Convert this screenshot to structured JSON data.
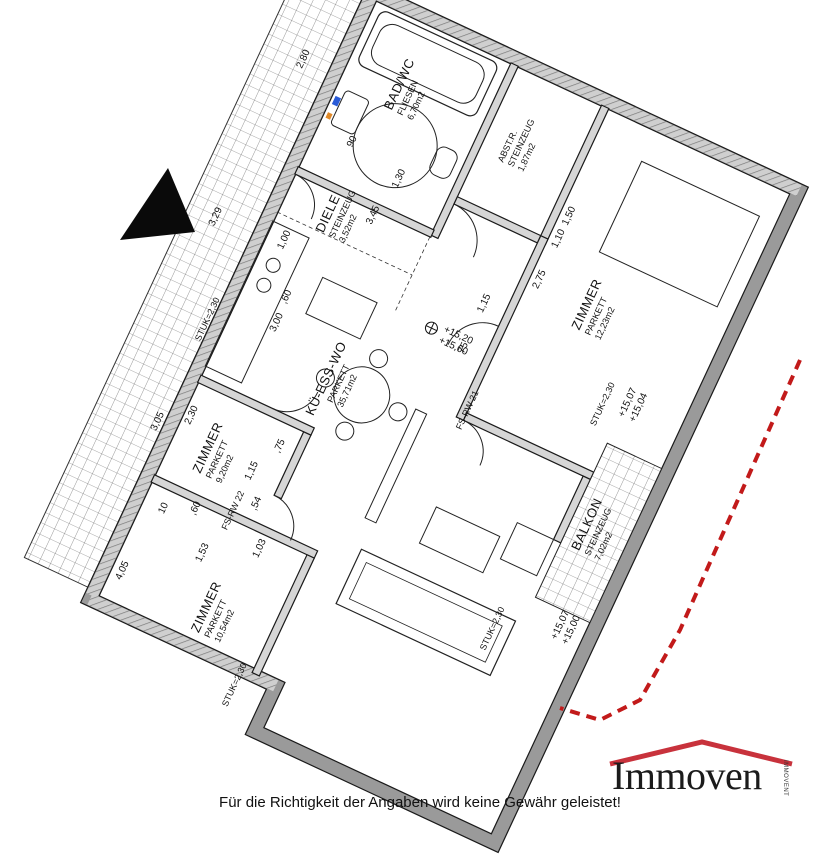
{
  "plan": {
    "rooms": {
      "bad": {
        "name": "BAD/WC",
        "material": "FLIESEN",
        "area": "6,70m2"
      },
      "abstr": {
        "name": "ABST.R.",
        "material": "STEINZEUG",
        "area": "1,87m2"
      },
      "zimmer1": {
        "name": "ZIMMER",
        "material": "PARKETT",
        "area": "12,23m2"
      },
      "diele": {
        "name": "DIELE",
        "material": "STEINZEUG",
        "area": "3,52m2"
      },
      "kue": {
        "name": "KÜ-ESS-WO",
        "material": "PARKETT",
        "area": "35,71m2"
      },
      "zimmer2": {
        "name": "ZIMMER",
        "material": "PARKETT",
        "area": "9,20m2"
      },
      "zimmer3": {
        "name": "ZIMMER",
        "material": "PARKETT",
        "area": "10,54m2"
      },
      "balkon": {
        "name": "BALKON",
        "material": "STEINZEUG",
        "area": "7,02m2"
      }
    },
    "levels": {
      "main_a": "+15,20",
      "main_b": "+15,00",
      "balkon_a": "+15,07",
      "balkon_b": "+15,04",
      "balkon_c": "+15,07",
      "balkon_d": "+15,00"
    },
    "dims": {
      "d1": "2,75",
      "d2": "1,50",
      "d3": "1,10",
      "d4": "3,45",
      "d5": "1,15",
      "d6": "75",
      "d7": "1,00",
      "d8": "3,00",
      "d9": "2,30",
      "d10": "3,05",
      "d11": "4,05",
      "d12": "1,03",
      "d13": "1,53",
      "d14": "3,29",
      "d15": ",75",
      "d16": "1,15",
      "d17": ",54",
      "d18": ",60",
      "d19": "10",
      "d20": "90",
      "d21": "1,30",
      "d22": ",60",
      "d23": "2,80"
    },
    "fs": {
      "f1": "FS-RW 21",
      "f2": "FS-RW 22"
    },
    "stuk": {
      "s1": "STUK=2,30",
      "s2": "STUK=2,30",
      "s3": "STUK=2,30",
      "s4": "STUK=2,30"
    }
  },
  "disclaimer": "Für die Richtigkeit der Angaben wird keine Gewähr geleistet!",
  "logo": {
    "word": "Immoven",
    "tagline": "IMMOVENT"
  },
  "colors": {
    "wall": "#8a8a8a",
    "line": "#1a1a1a",
    "accent_red": "#c21a1a",
    "logo_roof": "#c8323c",
    "marker_blue": "#2a5bd7"
  }
}
